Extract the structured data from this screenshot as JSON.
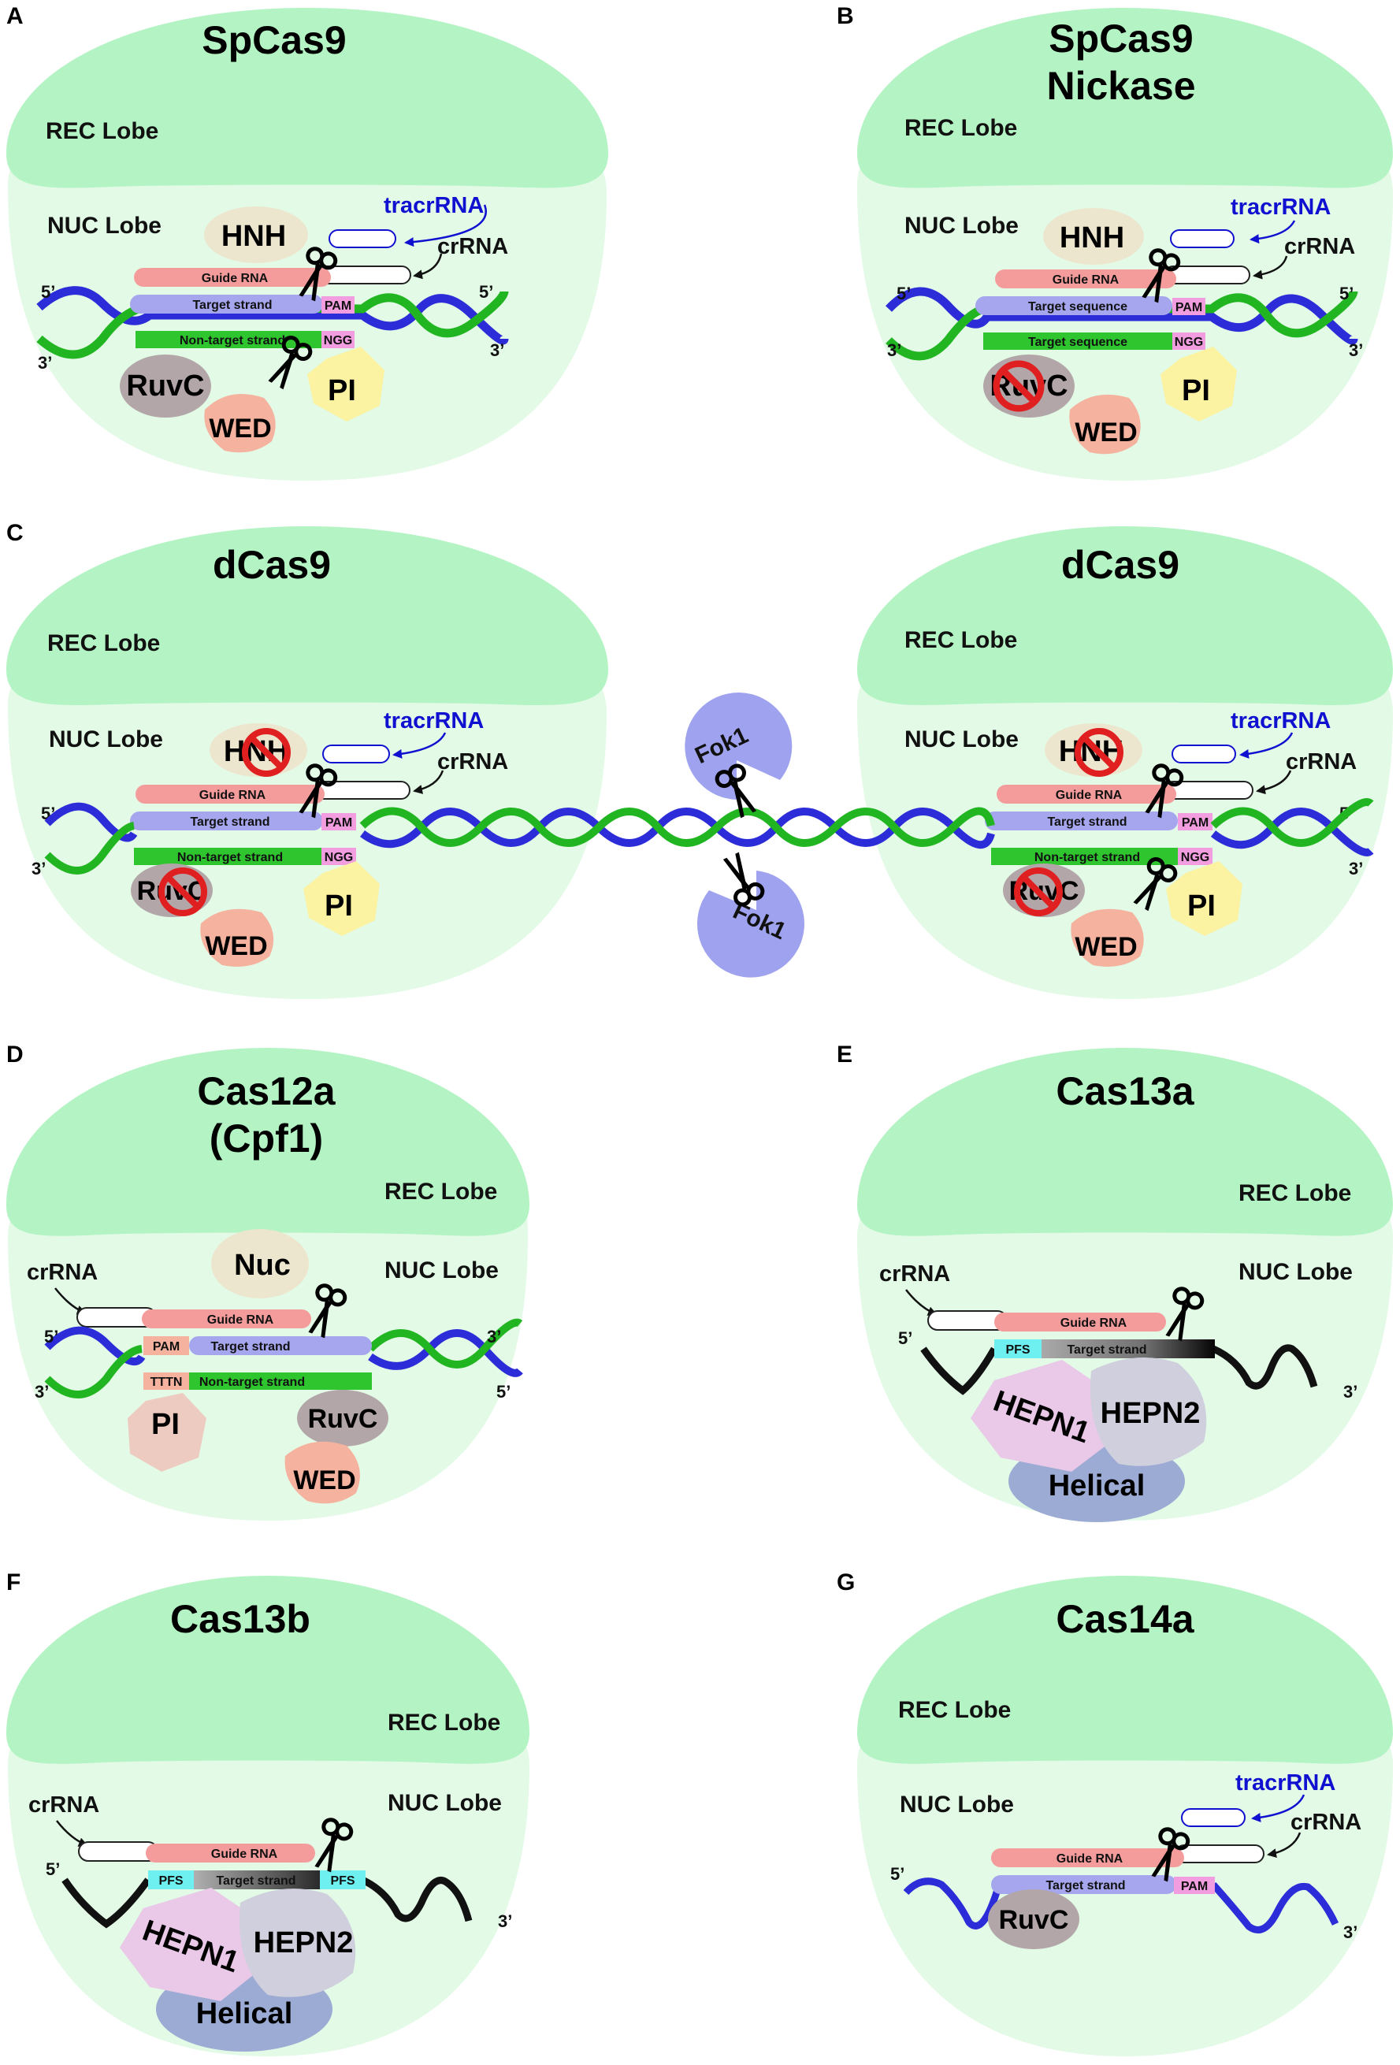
{
  "colors": {
    "rec_lobe": "#b4f4c4",
    "nuc_lobe": "#e2fae6",
    "hnh": "#ede6cf",
    "ruvc": "#b3a6a8",
    "wed": "#f5b39f",
    "pi": "#fbf2a2",
    "guide_rna": "#f49c9c",
    "target_strand": "#a6a6ef",
    "nontarget_strand": "#2ec52e",
    "pam": "#f19ddf",
    "pfs": "#6ef0f0",
    "hepn1": "#e9c8e8",
    "hepn2": "#cfcfdd",
    "helical": "#9cabd4",
    "fok1": "#9fa2ee",
    "tracr_text": "#1010d0",
    "inactive_sign": "#e02020"
  },
  "labels": {
    "rec": "REC Lobe",
    "nuc": "NUC Lobe",
    "tracrrna": "tracrRNA",
    "crrna": "crRNA",
    "guide": "Guide RNA",
    "target_strand": "Target strand",
    "target_sequence": "Target sequence",
    "nontarget_strand": "Non-target strand",
    "pam": "PAM",
    "ngg": "NGG",
    "tttn": "TTTN",
    "pfs": "PFS",
    "five": "5’",
    "three": "3’",
    "fok1": "Fok1",
    "domains": {
      "hnh": "HNH",
      "ruvc": "RuvC",
      "wed": "WED",
      "pi": "PI",
      "nuc": "Nuc",
      "hepn1": "HEPN1",
      "hepn2": "HEPN2",
      "helical": "Helical"
    }
  },
  "panels": {
    "A": {
      "letter": "A",
      "title": "SpCas9"
    },
    "B": {
      "letter": "B",
      "title_line1": "SpCas9",
      "title_line2": "Nickase"
    },
    "C": {
      "letter": "C",
      "title_left": "dCas9",
      "title_right": "dCas9"
    },
    "D": {
      "letter": "D",
      "title_line1": "Cas12a",
      "title_line2": "(Cpf1)"
    },
    "E": {
      "letter": "E",
      "title": "Cas13a"
    },
    "F": {
      "letter": "F",
      "title": "Cas13b"
    },
    "G": {
      "letter": "G",
      "title": "Cas14a"
    }
  }
}
